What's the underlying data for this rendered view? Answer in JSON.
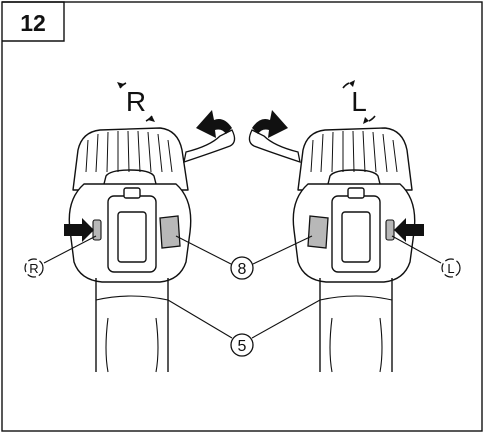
{
  "figure": {
    "number": "12",
    "callouts": {
      "part_8": "8",
      "part_5": "5",
      "side_right_small": "R",
      "side_left_small": "L",
      "side_right_large": "R",
      "side_left_large": "L"
    }
  },
  "icons": [
    "rotation-direction-right-icon",
    "rotation-direction-left-icon",
    "push-arrow-icon",
    "curved-arrow-icon"
  ],
  "colors": {
    "line": "#111111",
    "fill": "#ffffff",
    "switch_fill": "#b8b8b8"
  }
}
